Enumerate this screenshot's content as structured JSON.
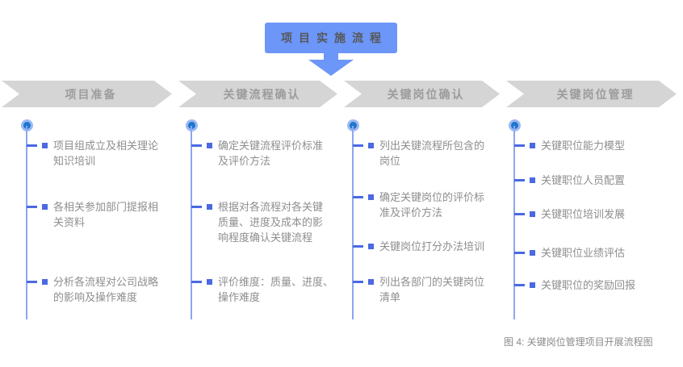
{
  "title": {
    "label": "项目实施流程"
  },
  "phases": [
    {
      "label": "项目准备"
    },
    {
      "label": "关键流程确认"
    },
    {
      "label": "关键岗位确认"
    },
    {
      "label": "关键岗位管理"
    }
  ],
  "columns": [
    {
      "phase": "项目准备",
      "items": [
        {
          "text": "项目组成立及相关理论\n知识培训"
        },
        {
          "text": "各相关参加部门提报相\n关资料"
        },
        {
          "text": "分析各流程对公司战略\n的影响及操作难度"
        }
      ]
    },
    {
      "phase": "关键流程确认",
      "items": [
        {
          "text": "确定关键流程评价标准\n及评价方法"
        },
        {
          "text": "根据对各流程对各关键\n质量、进度及成本的影\n响程度确认关键流程"
        },
        {
          "text": "评价维度：质量、进度、\n操作难度"
        }
      ]
    },
    {
      "phase": "关键岗位确认",
      "items": [
        {
          "text": "列出关键流程所包含的\n岗位"
        },
        {
          "text": "确定关键岗位的评价标\n准及评价方法"
        },
        {
          "text": "关键岗位打分办法培训"
        },
        {
          "text": "列出各部门的关键岗位\n清单"
        }
      ]
    },
    {
      "phase": "关键岗位管理",
      "items": [
        {
          "text": "关键职位能力模型"
        },
        {
          "text": "关键职位人员配置"
        },
        {
          "text": "关键职位培训发展"
        },
        {
          "text": "关键职位业绩评估"
        },
        {
          "text": "关键职位的奖励回报"
        }
      ]
    }
  ],
  "caption": "图 4: 关键岗位管理项目开展流程图",
  "colors": {
    "accent-blue": "#6c96f8",
    "chevron-gray": "#d5d5d5",
    "chevron-text": "#9c9c9c",
    "item-text": "#8e8e8e",
    "marker-blue": "#4a69e2",
    "line-blue": "#8ba6f3",
    "halo-blue": "#9cb9f3",
    "dot-blue": "#1e77cb",
    "title-text": "#575757",
    "caption-gray": "#8b8b8b"
  }
}
